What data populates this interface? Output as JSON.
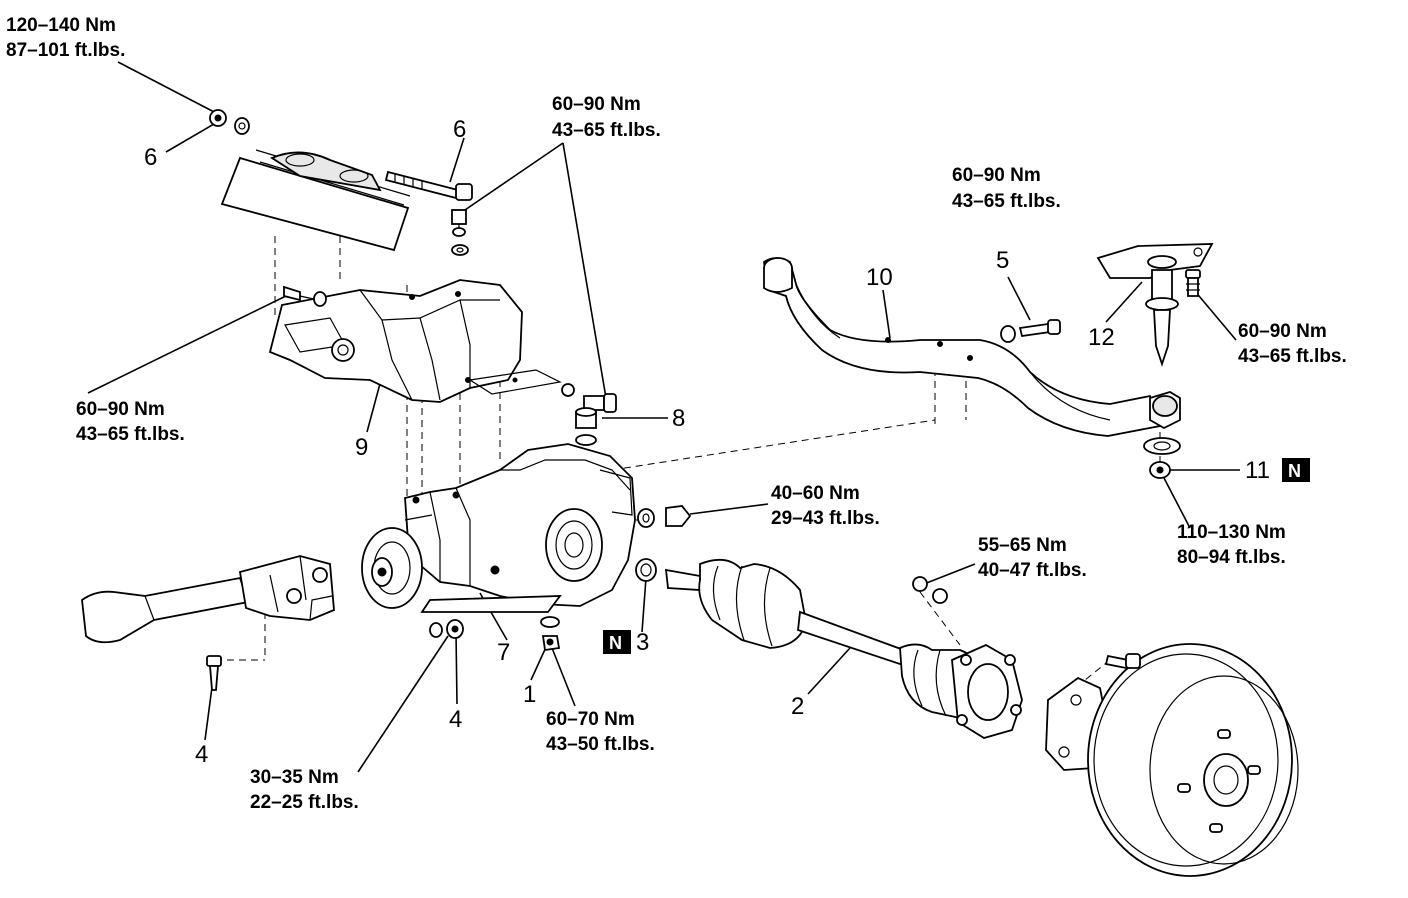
{
  "torque_specs": {
    "s1": [
      "120–140 Nm",
      "87–101 ft.lbs."
    ],
    "s2": [
      "60–90 Nm",
      "43–65 ft.lbs."
    ],
    "s3": [
      "60–90 Nm",
      "43–65 ft.lbs."
    ],
    "s4": [
      "60–90 Nm",
      "43–65 ft.lbs."
    ],
    "s5": [
      "60–90 Nm",
      "43–65 ft.lbs."
    ],
    "s6": [
      "40–60 Nm",
      "29–43 ft.lbs."
    ],
    "s7": [
      "110–130 Nm",
      "80–94 ft.lbs."
    ],
    "s8": [
      "55–65 Nm",
      "40–47 ft.lbs."
    ],
    "s9": [
      "60–70 Nm",
      "43–50 ft.lbs."
    ],
    "s10": [
      "30–35 Nm",
      "22–25 ft.lbs."
    ]
  },
  "callouts": {
    "c6a": "6",
    "c6b": "6",
    "c10": "10",
    "c5": "5",
    "c12": "12",
    "c9": "9",
    "c8": "8",
    "c11": "11",
    "c3": "3",
    "c7": "7",
    "c4a": "4",
    "c4b": "4",
    "c1": "1",
    "c2": "2"
  },
  "badges": {
    "n11": "N",
    "n3": "N"
  }
}
